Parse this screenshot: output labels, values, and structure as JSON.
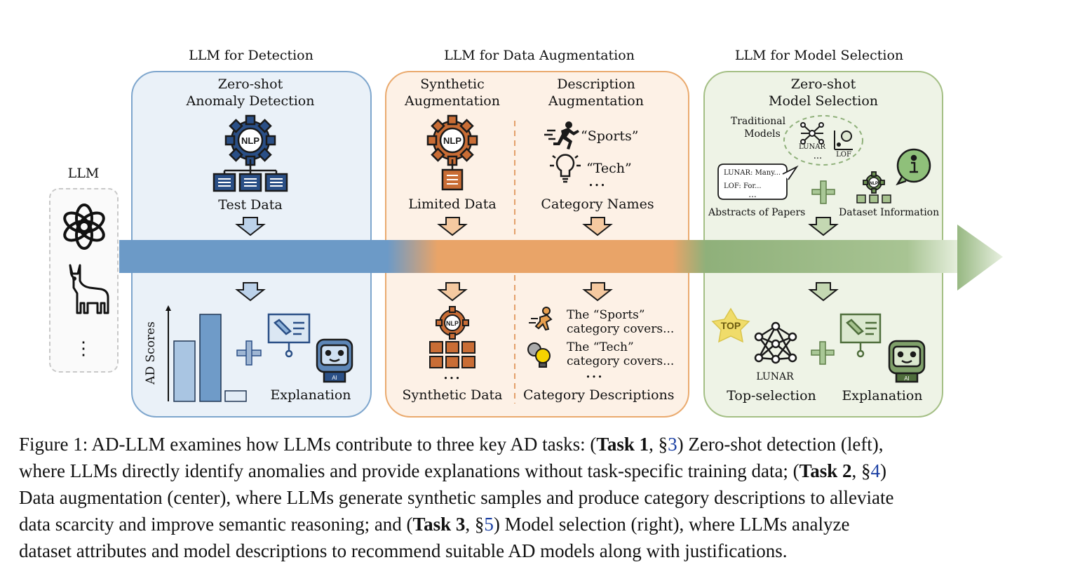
{
  "llm": {
    "label": "LLM",
    "models": [
      "openai-logo-icon",
      "llama-icon"
    ],
    "more": "⋮"
  },
  "detection": {
    "title": "LLM for Detection",
    "task_line1": "Zero-shot",
    "task_line2": "Anomaly Detection",
    "input_label": "Test Data",
    "axis_label": "AD Scores",
    "output_label": "Explanation",
    "colors": {
      "panel_bg": "#eaf1f8",
      "panel_border": "#7ea6cd",
      "bar": "#6f9bc8",
      "bar_light": "#a9c5e2"
    }
  },
  "augmentation": {
    "title": "LLM for Data Augmentation",
    "synthetic_line1": "Synthetic",
    "synthetic_line2": "Augmentation",
    "description_line1": "Description",
    "description_line2": "Augmentation",
    "category_1": "“Sports”",
    "category_2": "“Tech”",
    "ellipsis": "•••",
    "limited_label": "Limited Data",
    "names_label": "Category Names",
    "desc_1_line1": "The “Sports”",
    "desc_1_line2": "category covers...",
    "desc_2_line1": "The “Tech”",
    "desc_2_line2": "category covers...",
    "synthetic_label": "Synthetic Data",
    "descriptions_label": "Category Descriptions",
    "colors": {
      "panel_bg": "#fdf1e6",
      "panel_border": "#eaaa6e",
      "band": "#e9a468"
    }
  },
  "selection": {
    "title": "LLM for Model Selection",
    "task_line1": "Zero-shot",
    "task_line2": "Model Selection",
    "traditional_line1": "Traditional",
    "traditional_line2": "Models",
    "model_1": "LUNAR",
    "model_2": "LOF",
    "models_more": "...",
    "abstract_1": "LUNAR: Many...",
    "abstract_2": "LOF: For...",
    "abstracts_more": "...",
    "abstracts_label": "Abstracts of Papers",
    "dataset_label": "Dataset Information",
    "top_badge": "TOP",
    "top_model": "LUNAR",
    "top_label": "Top-selection",
    "output_label": "Explanation",
    "colors": {
      "panel_bg": "#eef3e6",
      "panel_border": "#a4bf85",
      "band": "#8fb07a"
    }
  },
  "caption": {
    "prefix": "Figure 1: AD-LLM examines how LLMs contribute to three key AD tasks: (",
    "task1": "Task 1",
    "sep1": ", §",
    "ref1": "3",
    "after1": ") Zero-shot detection (left),",
    "line2a": "where LLMs directly identify anomalies and provide explanations without task-specific training data; (",
    "task2": "Task 2",
    "sep2": ", §",
    "ref2": "4",
    "after2": ")",
    "line3": "Data augmentation (center), where LLMs generate synthetic samples and produce category descriptions to alleviate",
    "line4a": "data scarcity and improve semantic reasoning; and (",
    "task3": "Task 3",
    "sep3": ", §",
    "ref3": "5",
    "after3": ") Model selection (right), where LLMs analyze",
    "line5": "dataset attributes and model descriptions to recommend suitable AD models along with justifications."
  }
}
